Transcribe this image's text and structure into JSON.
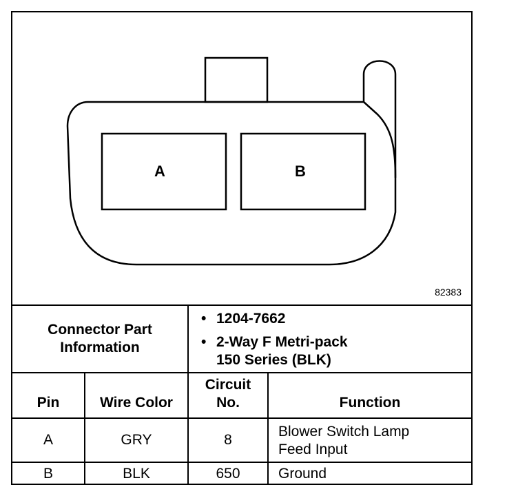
{
  "diagram": {
    "pins": [
      {
        "label": "A"
      },
      {
        "label": "B"
      }
    ],
    "figure_id": "82383"
  },
  "table": {
    "info_label_line1": "Connector Part",
    "info_label_line2": "Information",
    "info_items": [
      {
        "line1": "1204-7662",
        "line2": ""
      },
      {
        "line1": "2-Way F Metri-pack",
        "line2": "150 Series (BLK)"
      }
    ],
    "headers": {
      "pin": "Pin",
      "wire_color": "Wire Color",
      "circuit_line1": "Circuit",
      "circuit_line2": "No.",
      "function": "Function"
    },
    "rows": [
      {
        "pin": "A",
        "wire_color": "GRY",
        "circuit": "8",
        "function_line1": "Blower Switch Lamp",
        "function_line2": "Feed Input"
      },
      {
        "pin": "B",
        "wire_color": "BLK",
        "circuit": "650",
        "function_line1": "Ground",
        "function_line2": ""
      }
    ]
  }
}
